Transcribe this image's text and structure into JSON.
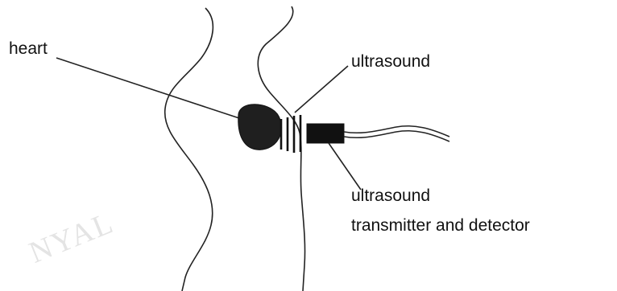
{
  "labels": {
    "heart": "heart",
    "ultrasound": "ultrasound",
    "transmitter_line1": "ultrasound",
    "transmitter_line2": "transmitter and detector"
  },
  "watermark": "NYAL",
  "colors": {
    "ink": "#111111",
    "heart_fill": "#1f1f1f",
    "watermark": "#e4e4e4"
  }
}
